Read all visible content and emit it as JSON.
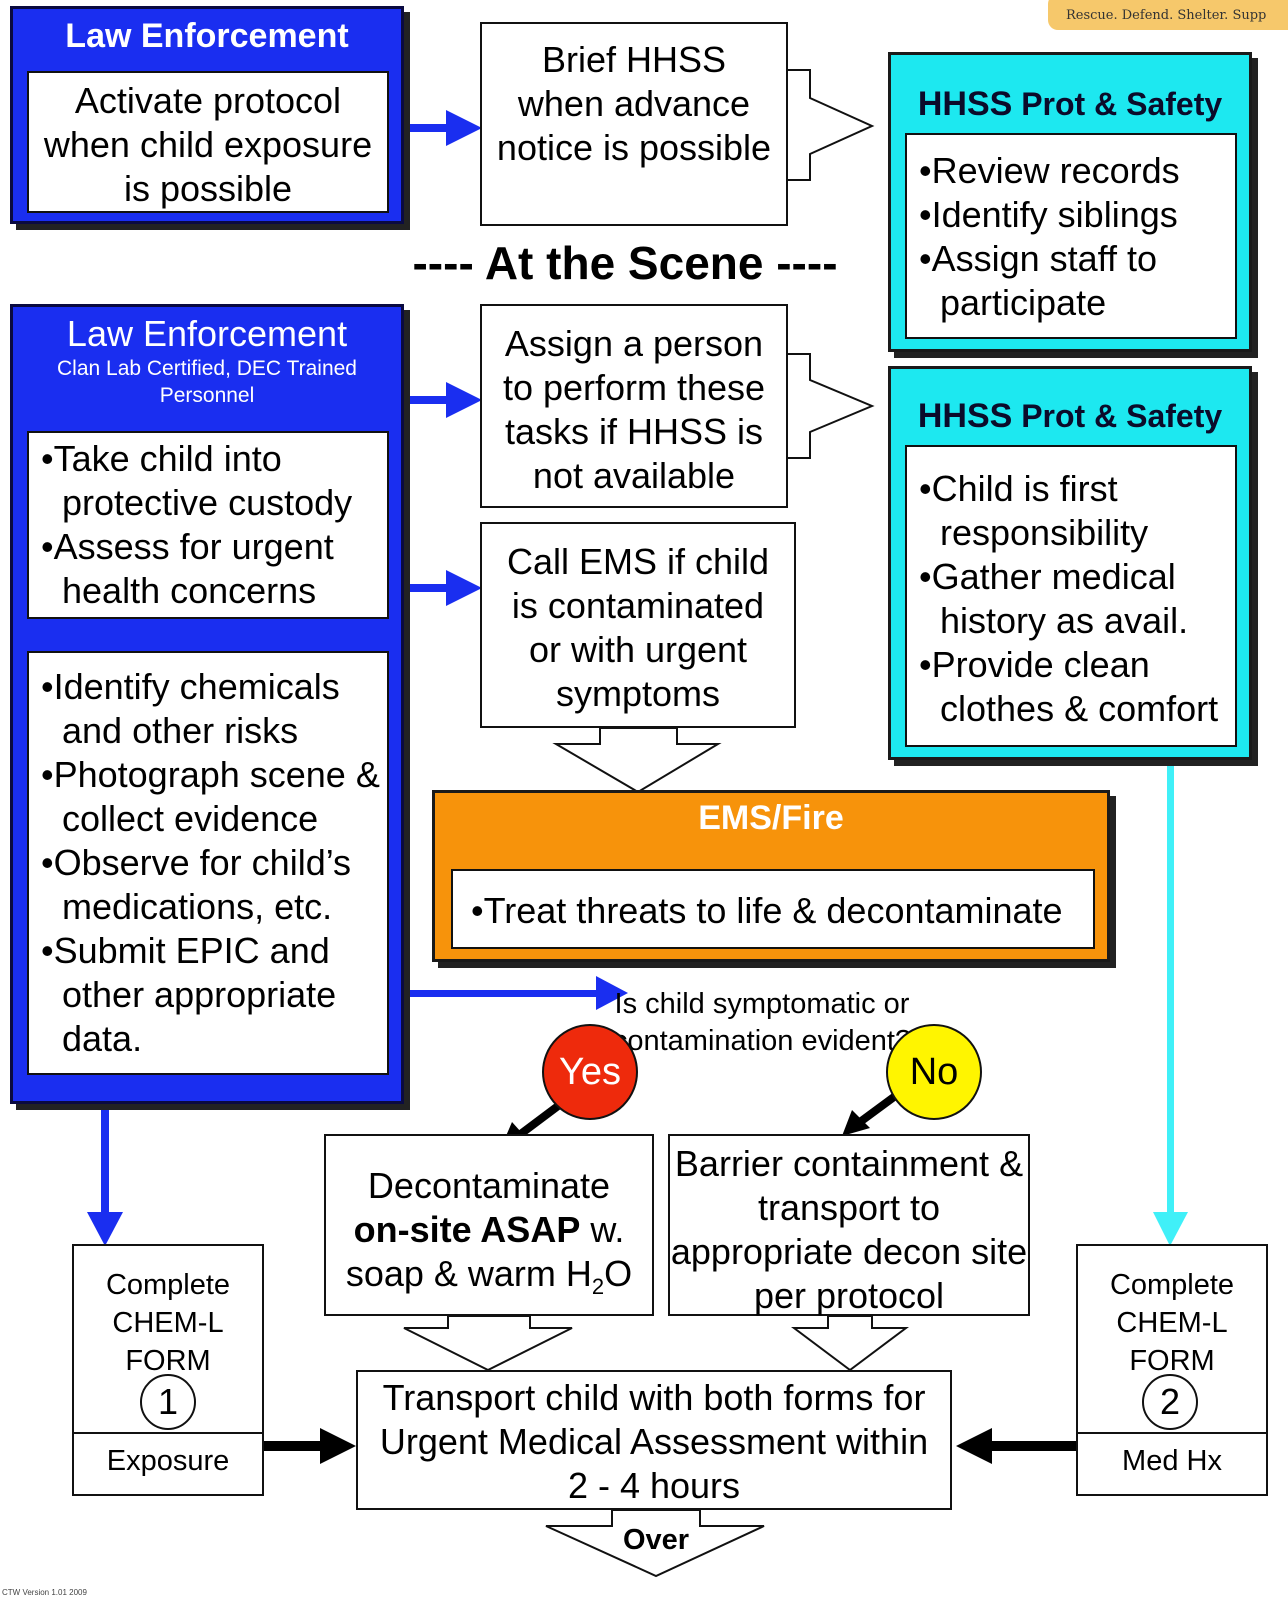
{
  "corner_tag": "Rescue. Defend. Shelter. Supp",
  "law_top": {
    "header": "Law Enforcement",
    "body": "Activate protocol when child exposure is possible"
  },
  "brief": "Brief HHSS when advance notice is possible",
  "hhss_top": {
    "header_main": "HHSS",
    "header_sub": " Prot & Safety",
    "items": [
      "•Review records",
      "•Identify siblings",
      "•Assign staff to participate"
    ]
  },
  "scene_title": "---- At the Scene ----",
  "law_main": {
    "header": "Law Enforcement",
    "subheader": "Clan Lab Certified, DEC Trained Personnel",
    "list1": [
      "•Take child into protective custody",
      "•Assess for urgent health concerns"
    ],
    "list2": [
      "•Identify chemicals and other risks",
      "•Photograph scene & collect evidence",
      "•Observe for child’s medications, etc.",
      "•Submit EPIC and other appropriate data."
    ]
  },
  "assign": "Assign a person to perform these tasks if HHSS is not available",
  "hhss_mid": {
    "header_main": "HHSS",
    "header_sub": " Prot & Safety",
    "items": [
      "•Child is first responsibility",
      "•Gather medical history as avail.",
      "•Provide clean clothes & comfort"
    ]
  },
  "call_ems": "Call EMS if child is contaminated or with urgent symptoms",
  "ems": {
    "header": "EMS/Fire",
    "body": "•Treat threats to life & decontaminate"
  },
  "question": "Is child symptomatic or contamination evident?",
  "yes_label": "Yes",
  "no_label": "No",
  "decon": {
    "line1": "Decontaminate",
    "bold": "on-site ASAP",
    "after_bold": " w.",
    "line3_pre": "soap & warm H",
    "sub": "2",
    "line3_post": "O"
  },
  "barrier": "Barrier containment & transport to appropriate decon site per protocol",
  "form_left": {
    "title": "Complete CHEM-L FORM",
    "number": "1",
    "label": "Exposure"
  },
  "form_right": {
    "title": "Complete CHEM-L FORM",
    "number": "2",
    "label": "Med Hx"
  },
  "transport": "Transport child with both forms for Urgent Medical Assessment within 2 - 4 hours",
  "over": "Over",
  "footer_tiny": "CTW Version 1.01 2009",
  "colors": {
    "law_blue": "#1a2ef0",
    "hhss_cyan": "#1de8f0",
    "ems_orange": "#f7930b",
    "yes_red": "#ee2a0c",
    "no_yellow": "#fff500"
  }
}
